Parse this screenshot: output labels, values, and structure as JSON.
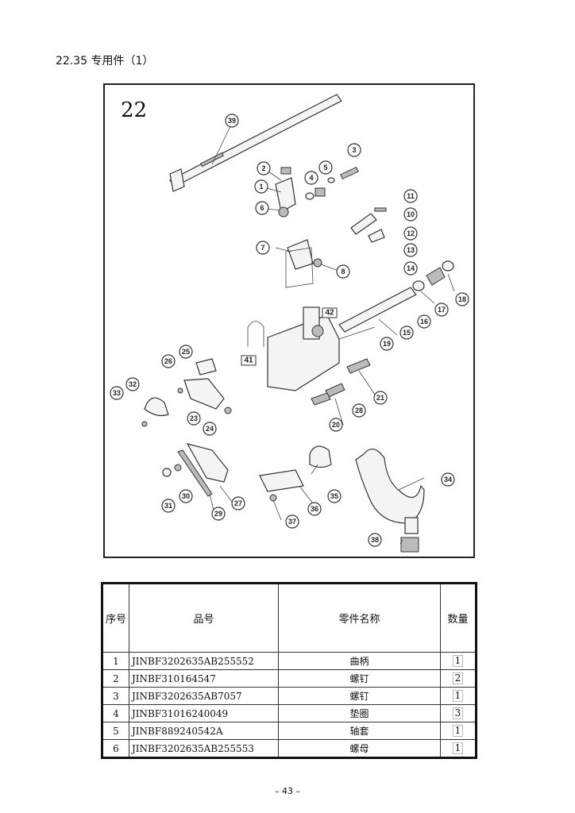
{
  "section_title": "22.35 专用件（1）",
  "diagram": {
    "plate_number": "22",
    "callouts": [
      "1",
      "2",
      "3",
      "4",
      "5",
      "6",
      "7",
      "8",
      "10",
      "11",
      "12",
      "13",
      "14",
      "15",
      "16",
      "17",
      "18",
      "19",
      "20",
      "21",
      "23",
      "24",
      "25",
      "26",
      "27",
      "28",
      "29",
      "30",
      "31",
      "32",
      "33",
      "34",
      "35",
      "36",
      "37",
      "38",
      "39"
    ],
    "boxed_callouts": [
      "41",
      "42"
    ]
  },
  "parts_table": {
    "headers": {
      "no": "序号",
      "code": "品号",
      "name": "零件名称",
      "qty": "数量"
    },
    "rows": [
      {
        "no": "1",
        "code": "JINBF3202635AB255552",
        "name": "曲柄",
        "qty": "1"
      },
      {
        "no": "2",
        "code": "JINBF310164547",
        "name": "螺钉",
        "qty": "2"
      },
      {
        "no": "3",
        "code": "JINBF3202635AB7057",
        "name": "螺钉",
        "qty": "1"
      },
      {
        "no": "4",
        "code": "JINBF31016240049",
        "name": "垫圈",
        "qty": "3"
      },
      {
        "no": "5",
        "code": "JINBF889240542A",
        "name": "轴套",
        "qty": "1"
      },
      {
        "no": "6",
        "code": "JINBF3202635AB255553",
        "name": "螺母",
        "qty": "1"
      }
    ]
  },
  "page_number": "– 43 –"
}
